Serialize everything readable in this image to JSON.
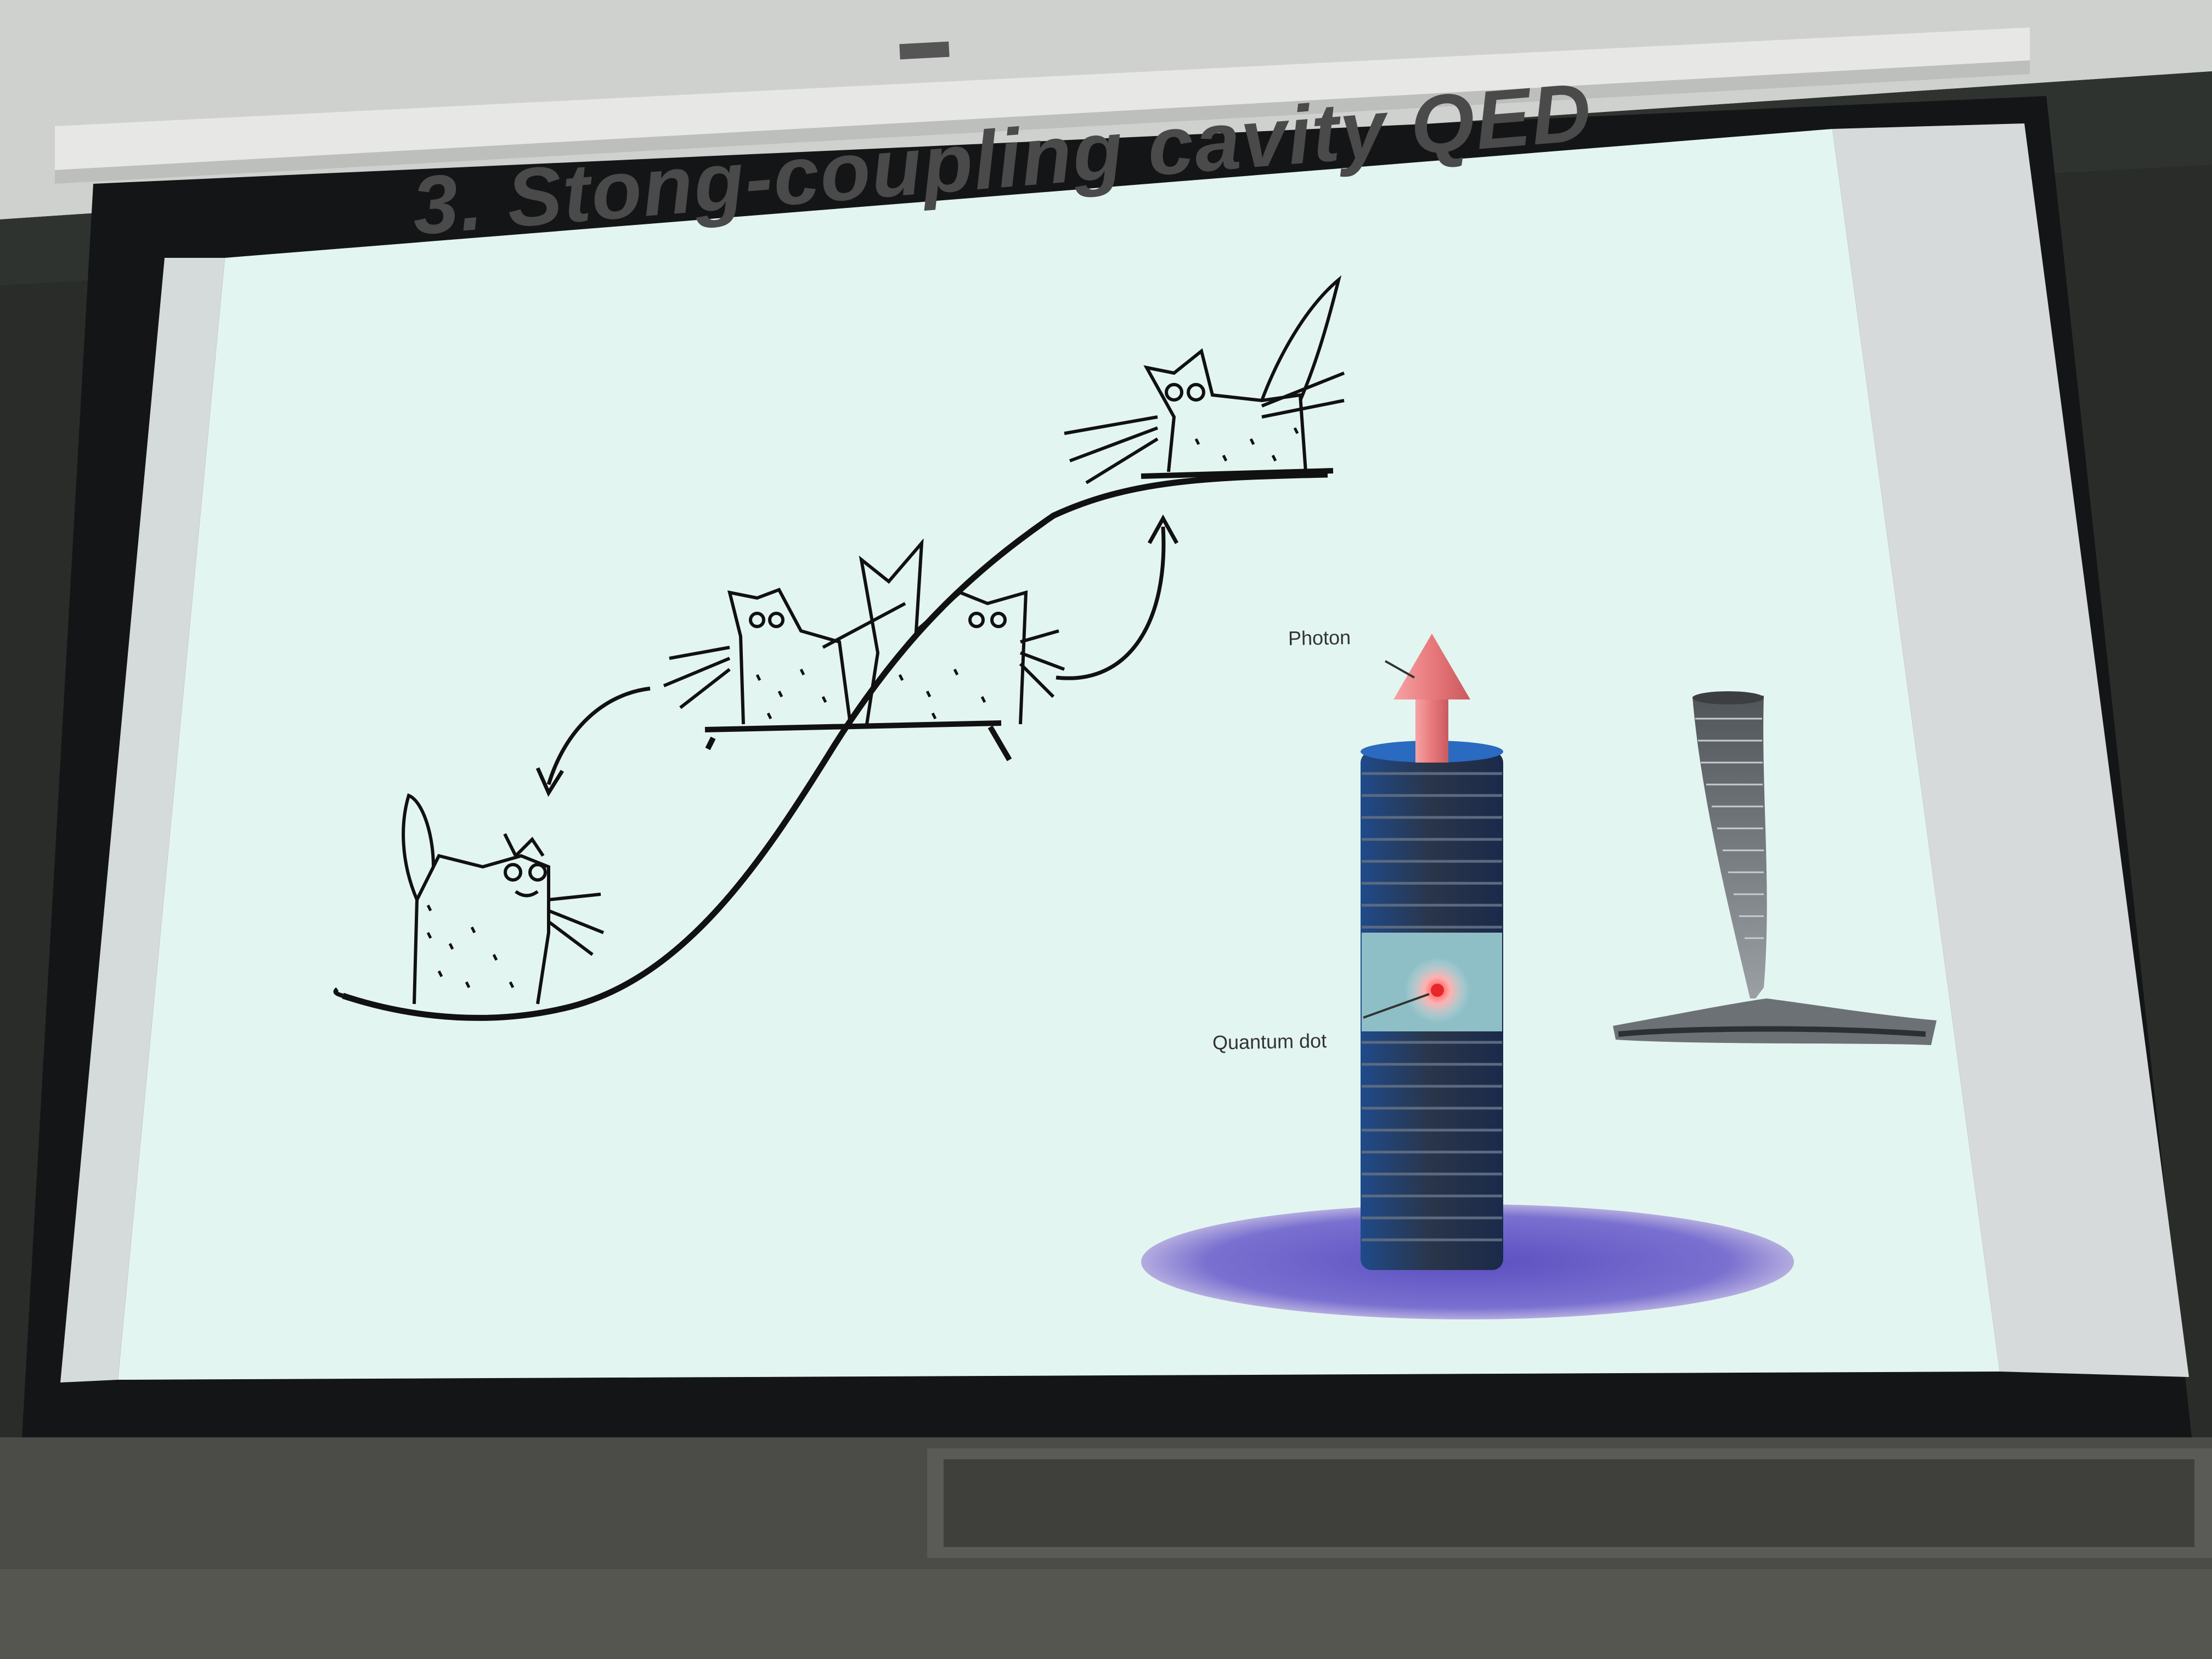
{
  "slide": {
    "title": "3. Stong-coupling cavity QED",
    "labels": {
      "photon": "Photon",
      "quantum_dot": "Quantum dot"
    }
  },
  "colors": {
    "room_dark": "#2b2c2a",
    "screen_frame": "#141516",
    "screen_border": "#d9dcdc",
    "slide_bg": "#e3f5f0",
    "title_text": "#4a4a4a",
    "photon_arrow": "#e8797c",
    "pillar_layers": "#2c3a52",
    "pillar_edge": "#2f6bb8",
    "quantum_dot": "#e8262a",
    "glow": "#6a5fc8"
  },
  "icons": {
    "cats": [
      "cat-sketch-low",
      "cat-sketch-middle-left",
      "cat-sketch-middle-right",
      "cat-sketch-high"
    ],
    "arrows": [
      "curved-arrow-left",
      "curved-arrow-right"
    ],
    "pillar": "micropillar-cavity",
    "sem": "sem-pillar-image"
  }
}
